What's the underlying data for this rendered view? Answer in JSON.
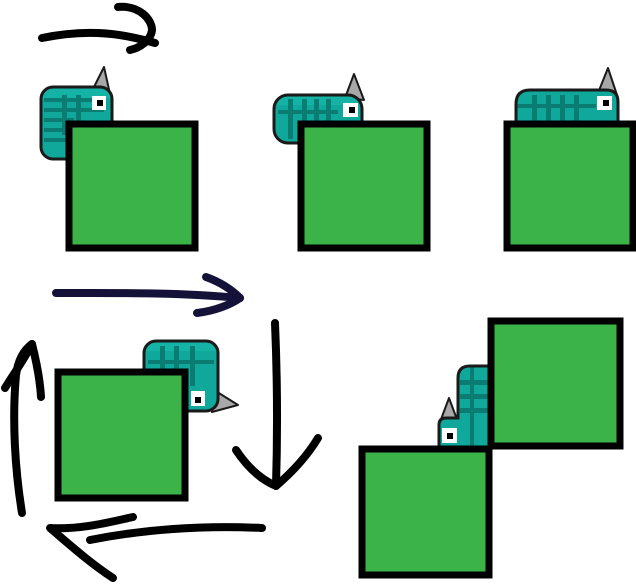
{
  "colors": {
    "background": "#ffffff",
    "block_fill": "#3bb349",
    "block_outline": "#000000",
    "creature_body": "#10a89a",
    "creature_stripe": "#0b7c72",
    "creature_outline": "#1a1a1a",
    "horn": "#a8a8a8",
    "arrow_ink_black": "#000000",
    "arrow_ink_navy": "#15123a"
  },
  "panels": [
    {
      "id": "panel-1",
      "creature_pose": "wrapping-top-left-corner",
      "creature_facing": "right"
    },
    {
      "id": "panel-2",
      "creature_pose": "moving-onto-top",
      "creature_facing": "right"
    },
    {
      "id": "panel-3",
      "creature_pose": "flat-on-top",
      "creature_facing": "right"
    },
    {
      "id": "panel-4",
      "creature_pose": "wrapping-top-right-corner",
      "creature_facing": "down"
    },
    {
      "id": "panel-5",
      "creature_pose": "climbing-between-two-blocks",
      "creature_facing": "up"
    }
  ],
  "arrows": [
    {
      "id": "arrow-top-right",
      "direction": "right",
      "ink": "black"
    },
    {
      "id": "arrow-middle-right",
      "direction": "right",
      "ink": "navy"
    },
    {
      "id": "arrow-down",
      "direction": "down",
      "ink": "black"
    },
    {
      "id": "arrow-left",
      "direction": "left",
      "ink": "black"
    },
    {
      "id": "arrow-up",
      "direction": "up",
      "ink": "black"
    }
  ]
}
